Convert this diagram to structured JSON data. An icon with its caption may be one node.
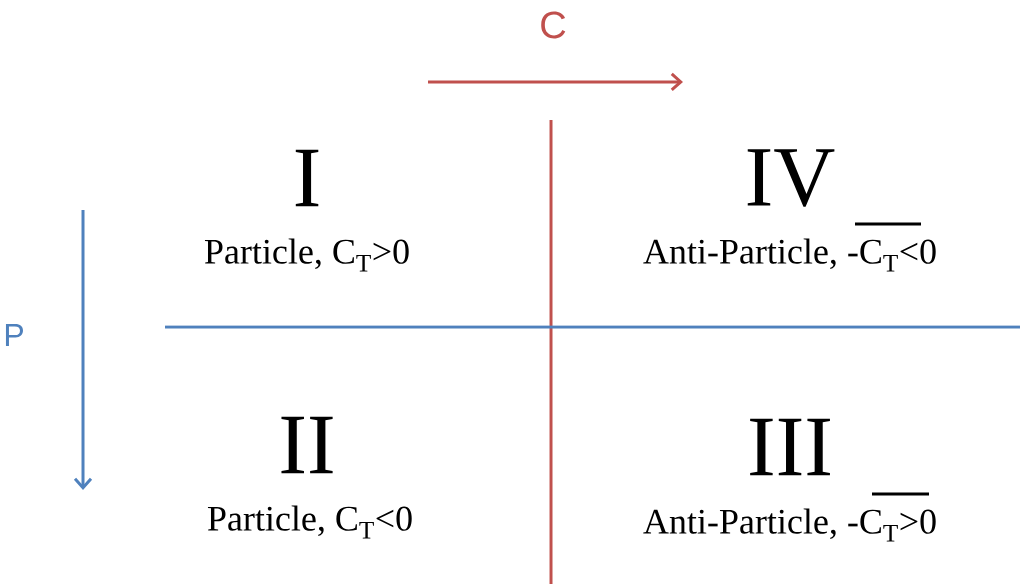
{
  "diagram": {
    "labels": [
      "C",
      "I",
      "IV",
      "Particle, C$_{T}$>0",
      "Anti-Particle, -C$_{T}$<0",
      "P",
      "II",
      "III",
      "Particle, C$_{T}$<0",
      "Anti-Particle, -C$_{T}$>0"
    ]
  }
}
